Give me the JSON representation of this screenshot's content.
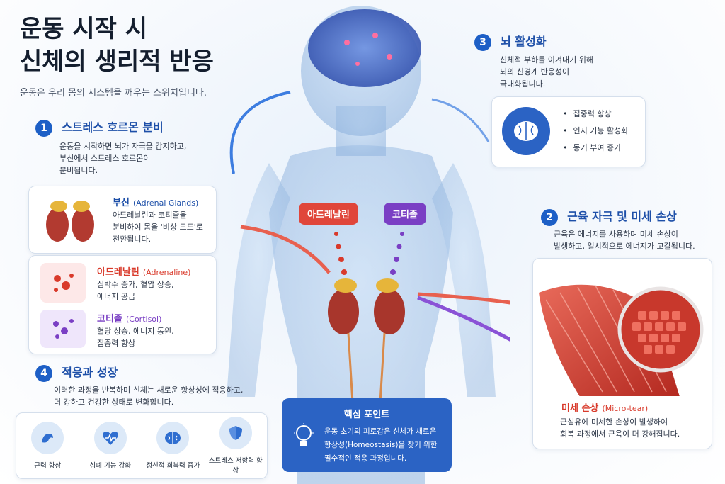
{
  "title_line1": "운동 시작 시",
  "title_line2": "신체의 생리적 반응",
  "subtitle": "운동은 우리 몸의 시스템을 깨우는 스위치입니다.",
  "step1": {
    "num": "1",
    "title": "스트레스 호르몬 분비",
    "desc1": "운동을 시작하면 뇌가 자극을 감지하고,",
    "desc2": "부신에서 스트레스 호르몬이",
    "desc3": "분비됩니다."
  },
  "adrenal": {
    "name": "부신",
    "en": "(Adrenal Glands)",
    "line1": "아드레날린과 코티졸을",
    "line2": "분비하여 몸을 '비상 모드'로",
    "line3": "전환됩니다."
  },
  "adrenaline": {
    "name": "아드레날린",
    "en": "(Adrenaline)",
    "line1": "심박수 증가, 혈압 상승,",
    "line2": "에너지 공급"
  },
  "cortisol": {
    "name": "코티졸",
    "en": "(Cortisol)",
    "line1": "혈당 상승, 에너지 동원,",
    "line2": "집중력 향상"
  },
  "step4": {
    "num": "4",
    "title": "적응과 성장",
    "desc1": "이러한 과정을 반복하며 신체는 새로운 항상성에 적응하고,",
    "desc2": "더 강하고 건강한 상태로 변화합니다."
  },
  "benefits": [
    "근력 향상",
    "심폐 기능 강화",
    "정신적 회복력 증가",
    "스트레스 저항력 향상"
  ],
  "body_labels": {
    "adrenaline": "아드레날린",
    "cortisol": "코티졸"
  },
  "key_point": {
    "title": "핵심 포인트",
    "line1": "운동 초기의 피로감은 신체가 새로운",
    "line2": "항상성(Homeostasis)을 찾기 위한",
    "line3": "필수적인 적응 과정입니다."
  },
  "step3": {
    "num": "3",
    "title": "뇌 활성화",
    "desc1": "신체적 부하를 이겨내기 위해",
    "desc2": "뇌의 신경계 반응성이",
    "desc3": "극대화됩니다.",
    "bullets": [
      "집중력 향상",
      "인지 기능 활성화",
      "동기 부여 증가"
    ]
  },
  "step2": {
    "num": "2",
    "title": "근육 자극 및 미세 손상",
    "desc1": "근육은 에너지를 사용하며 미세 손상이",
    "desc2": "발생하고, 일시적으로 에너지가 고갈됩니다."
  },
  "microtear": {
    "name": "미세 손상",
    "en": "(Micro-tear)",
    "line1": "근섬유에 미세한 손상이 발생하여",
    "line2": "회복 과정에서 근육이 더 강해집니다."
  },
  "colors": {
    "accent_blue": "#1d5fc6",
    "red": "#e0463a",
    "purple": "#7a3fc4"
  }
}
